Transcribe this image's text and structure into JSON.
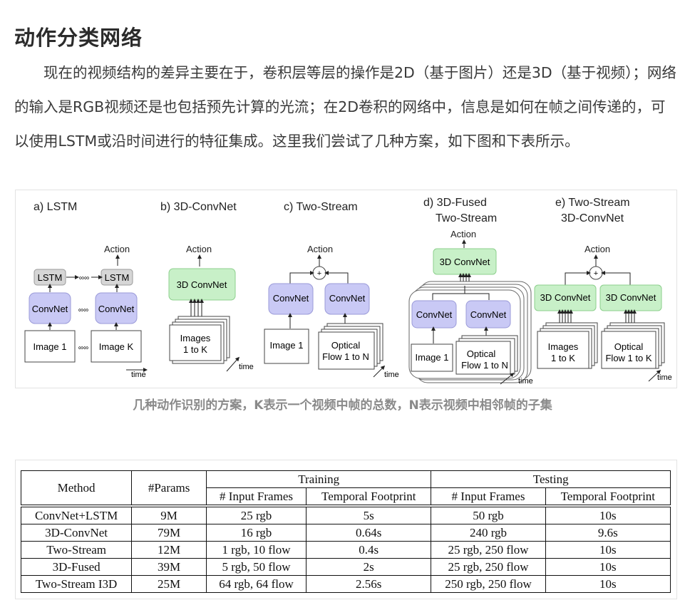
{
  "heading": "动作分类网络",
  "paragraph": "现在的视频结构的差异主要在于，卷积层等层的操作是2D（基于图片）还是3D（基于视频）；网络的输入是RGB视频还是也包括预先计算的光流；在2D卷积的网络中，信息是如何在帧之间传递的，可以使用LSTM或沿时间进行的特征集成。这里我们尝试了几种方案，如下图和下表所示。",
  "figure": {
    "panels": {
      "a": {
        "title": "a) LSTM",
        "action": "Action",
        "lstm": "LSTM",
        "convnet": "ConvNet",
        "image1": "Image 1",
        "imagek": "Image K",
        "dots": "∞∞",
        "time": "time"
      },
      "b": {
        "title": "b) 3D-ConvNet",
        "action": "Action",
        "convnet3d": "3D ConvNet",
        "images_l1": "Images",
        "images_l2": "1 to K",
        "time": "time"
      },
      "c": {
        "title": "c) Two-Stream",
        "action": "Action",
        "plus": "+",
        "convnet": "ConvNet",
        "image1": "Image 1",
        "flow_l1": "Optical",
        "flow_l2": "Flow 1 to N",
        "time": "time"
      },
      "d": {
        "title_l1": "d) 3D-Fused",
        "title_l2": "Two-Stream",
        "action": "Action",
        "convnet3d": "3D ConvNet",
        "convnet": "ConvNet",
        "image1": "Image 1",
        "flow_l1": "Optical",
        "flow_l2": "Flow 1 to N",
        "time": "time"
      },
      "e": {
        "title_l1": "e) Two-Stream",
        "title_l2": "3D-ConvNet",
        "action": "Action",
        "plus": "+",
        "convnet3d": "3D ConvNet",
        "images_l1": "Images",
        "images_l2": "1 to K",
        "flow_l1": "Optical",
        "flow_l2": "Flow 1 to K",
        "time": "time"
      }
    },
    "colors": {
      "convnet_fill": "#c9c9f5",
      "convnet_stroke": "#9a9ad8",
      "green_fill": "#c8f0c8",
      "green_stroke": "#8ccf8c",
      "lstm_fill": "#d6d6d6"
    },
    "caption": "几种动作识别的方案，K表示一个视频中帧的总数，N表示视频中相邻帧的子集"
  },
  "table": {
    "header": {
      "method": "Method",
      "params": "#Params",
      "training": "Training",
      "testing": "Testing",
      "input_frames": "# Input Frames",
      "temporal_footprint": "Temporal Footprint"
    },
    "rows": [
      {
        "method": "ConvNet+LSTM",
        "params": "9M",
        "train_frames": "25 rgb",
        "train_fp": "5s",
        "test_frames": "50 rgb",
        "test_fp": "10s"
      },
      {
        "method": "3D-ConvNet",
        "params": "79M",
        "train_frames": "16 rgb",
        "train_fp": "0.64s",
        "test_frames": "240 rgb",
        "test_fp": "9.6s"
      },
      {
        "method": "Two-Stream",
        "params": "12M",
        "train_frames": "1 rgb, 10 flow",
        "train_fp": "0.4s",
        "test_frames": "25 rgb, 250 flow",
        "test_fp": "10s"
      },
      {
        "method": "3D-Fused",
        "params": "39M",
        "train_frames": "5 rgb, 50 flow",
        "train_fp": "2s",
        "test_frames": "25 rgb, 250 flow",
        "test_fp": "10s"
      },
      {
        "method": "Two-Stream I3D",
        "params": "25M",
        "train_frames": "64 rgb, 64 flow",
        "train_fp": "2.56s",
        "test_frames": "250 rgb, 250 flow",
        "test_fp": "10s"
      }
    ]
  }
}
